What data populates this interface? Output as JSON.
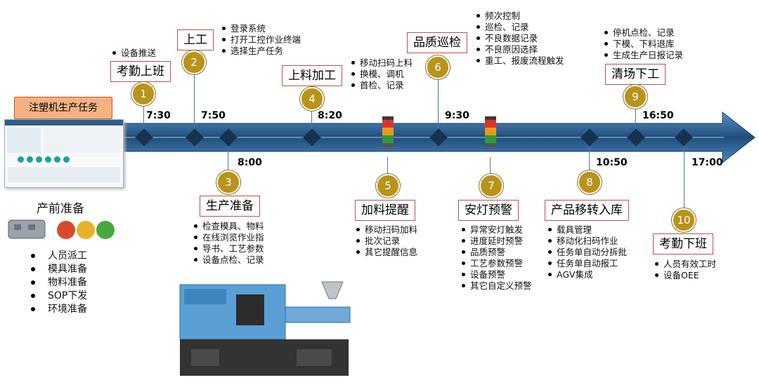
{
  "task_title": "注塑机生产任务",
  "prep": {
    "title": "产前准备",
    "items": [
      "人员派工",
      "模具准备",
      "物料准备",
      "SOP下发",
      "环境准备"
    ]
  },
  "steps": [
    {
      "num": "1",
      "title": "考勤上班",
      "time": "7:30",
      "items": [
        "设备推送"
      ]
    },
    {
      "num": "2",
      "title": "上工",
      "time": "7:50",
      "items": [
        "登录系统",
        "打开工控作业终端",
        "选择生产任务"
      ]
    },
    {
      "num": "3",
      "title": "生产准备",
      "time": "8:00",
      "items": [
        "检查模具、物料",
        "在线浏览作业指",
        "导书、工艺参数",
        "设备点检、记录"
      ]
    },
    {
      "num": "4",
      "title": "上料加工",
      "time": "8:20",
      "items": [
        "移动扫码上料",
        "换模、调机",
        "首检、记录"
      ]
    },
    {
      "num": "5",
      "title": "加料提醒",
      "time": "",
      "items": [
        "移动扫码加料",
        "批次记录",
        "其它提醒信息"
      ]
    },
    {
      "num": "6",
      "title": "品质巡检",
      "time": "9:30",
      "items": [
        "频次控制",
        "巡检、记录",
        "不良数据记录",
        "不良原因选择",
        "重工、报废流程触发"
      ]
    },
    {
      "num": "7",
      "title": "安灯预警",
      "time": "",
      "items": [
        "异常安灯触发",
        "进度延时预警",
        "品质预警",
        "工艺参数预警",
        "设备预警",
        "其它自定义预警"
      ]
    },
    {
      "num": "8",
      "title": "产品移转入库",
      "time": "10:50",
      "items": [
        "载具管理",
        "移动化扫码作业",
        "任务单自动分拆批",
        "任务单自动报工",
        "AGV集成"
      ]
    },
    {
      "num": "9",
      "title": "清场下工",
      "time": "16:50",
      "items": [
        "停机点检、记录",
        "下模、下料退库",
        "生成生产日报记录"
      ]
    },
    {
      "num": "10",
      "title": "考勤下班",
      "time": "17:00",
      "items": [
        "人员有效工时",
        "设备OEE"
      ]
    }
  ],
  "colors": {
    "arrow": "#1f4e79",
    "circle": "#b9931a",
    "box_border": "#c0504d",
    "task_bg": "#f4b183"
  }
}
